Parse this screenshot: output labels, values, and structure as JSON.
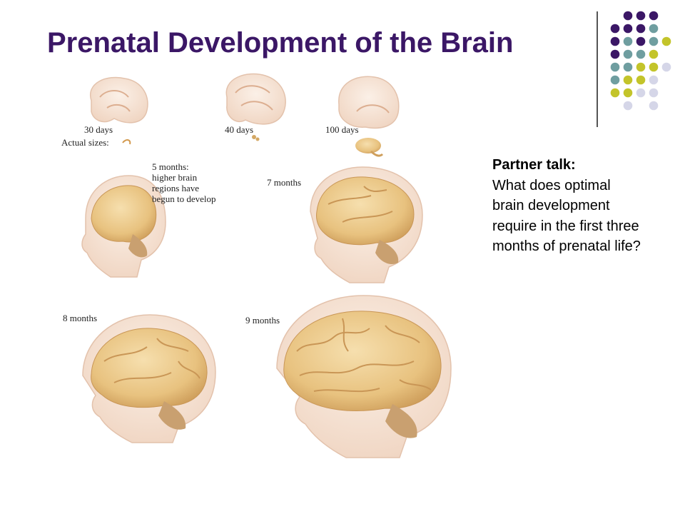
{
  "title": "Prenatal Development of the Brain",
  "colors": {
    "title": "#3b1766",
    "dot_purple": "#3b1766",
    "dot_teal": "#6f9ea0",
    "dot_olive": "#c3c42a",
    "dot_lavender": "#d5d6e8",
    "brain": "#efcf93",
    "brain_shadow": "#d4a865",
    "skin": "#f8e6d8",
    "skin_edge": "#e3c2ac"
  },
  "figure": {
    "labels": {
      "d30": "30 days",
      "d40": "40 days",
      "d100": "100 days",
      "actual": "Actual sizes:",
      "m5": "5 months:\nhigher brain\nregions have\nbegun to develop",
      "m7": "7 months",
      "m8": "8 months",
      "m9": "9 months"
    }
  },
  "partner": {
    "heading": "Partner talk:",
    "body": "What does optimal brain development require in the first three months of prenatal life?"
  }
}
